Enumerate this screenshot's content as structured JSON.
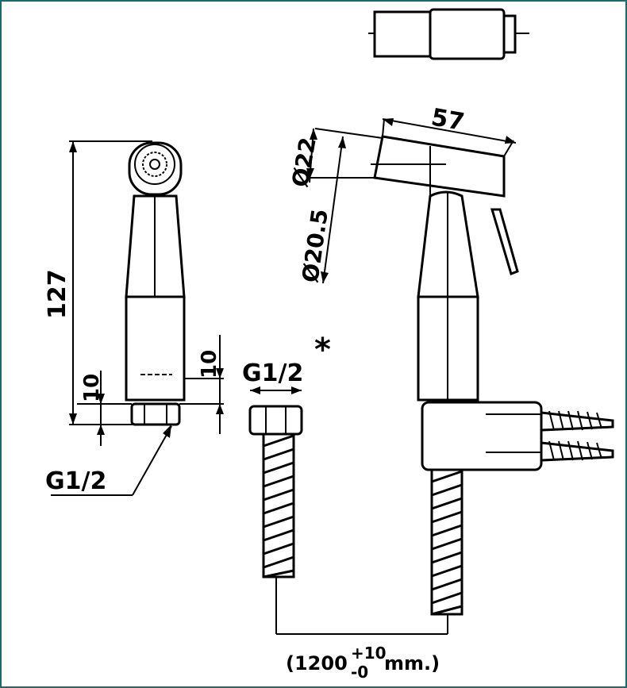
{
  "diagram": {
    "labels": {
      "height_127": "127",
      "diam_22": "Ø22",
      "diam_20_5": "Ø20.5",
      "length_57": "57",
      "dim_10_right": "10",
      "dim_10_left": "10",
      "thread_bottom_left": "G1/2",
      "thread_hose": "G1/2",
      "asterisk": "*",
      "hose_open": "(1200",
      "hose_plus": "+10",
      "hose_minus": "-0",
      "hose_unit": "mm.)"
    },
    "colors": {
      "frame": "#1a6b6b",
      "line": "#000000",
      "background": "#ffffff"
    }
  }
}
